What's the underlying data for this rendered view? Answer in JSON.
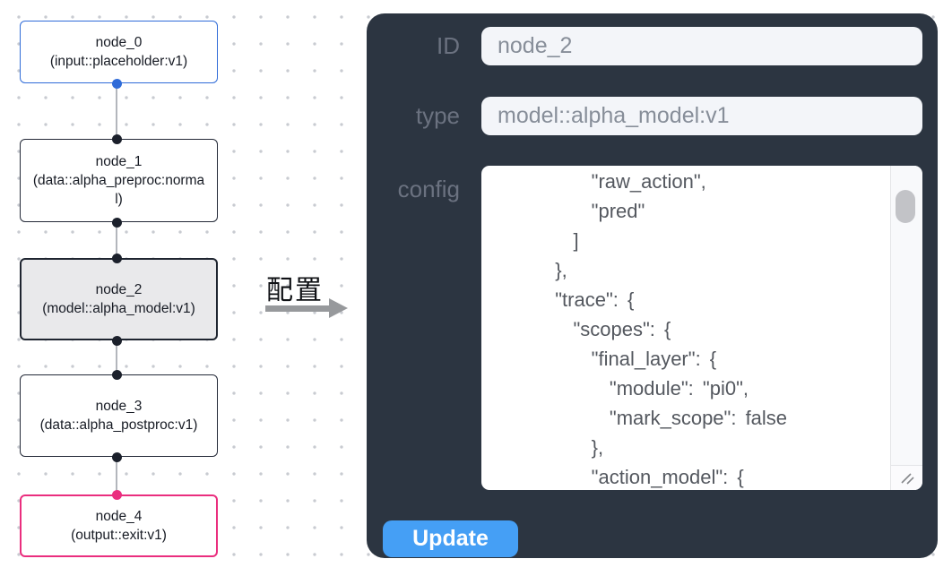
{
  "flow": {
    "nodes": [
      {
        "id": "node_0",
        "title": "node_0",
        "subtitle": "(input::placeholder:v1)"
      },
      {
        "id": "node_1",
        "title": "node_1",
        "subtitle": "(data::alpha_preproc:normal)"
      },
      {
        "id": "node_2",
        "title": "node_2",
        "subtitle": "(model::alpha_model:v1)",
        "selected": true
      },
      {
        "id": "node_3",
        "title": "node_3",
        "subtitle": "(data::alpha_postproc:v1)"
      },
      {
        "id": "node_4",
        "title": "node_4",
        "subtitle": "(output::exit:v1)"
      }
    ],
    "edges": [
      {
        "from": "node_0",
        "to": "node_1"
      },
      {
        "from": "node_1",
        "to": "node_2"
      },
      {
        "from": "node_2",
        "to": "node_3"
      },
      {
        "from": "node_3",
        "to": "node_4"
      }
    ]
  },
  "transition": {
    "label": "配置"
  },
  "panel": {
    "fields": [
      {
        "label": "ID",
        "value": "node_2"
      },
      {
        "label": "type",
        "value": "model::alpha_model:v1"
      }
    ],
    "config_label": "config",
    "config_lines": [
      "      \"raw_action\",",
      "      \"pred\"",
      "    ]",
      "  },",
      "  \"trace\": {",
      "    \"scopes\": {",
      "      \"final_layer\": {",
      "        \"module\": \"pi0\",",
      "        \"mark_scope\": false",
      "      },",
      "      \"action_model\": {"
    ],
    "update_label": "Update"
  },
  "colors": {
    "panel_bg": "#2c3541",
    "input_bg": "#f3f5f9",
    "accent_button": "#459ff5",
    "node_input_border": "#2f6bd8",
    "node_default_border": "#232937",
    "node_selected_bg": "#e9e9eb",
    "node_output_border": "#ea2e7e",
    "edge_color": "#b3b6bc",
    "arrow_color": "#97999c"
  }
}
